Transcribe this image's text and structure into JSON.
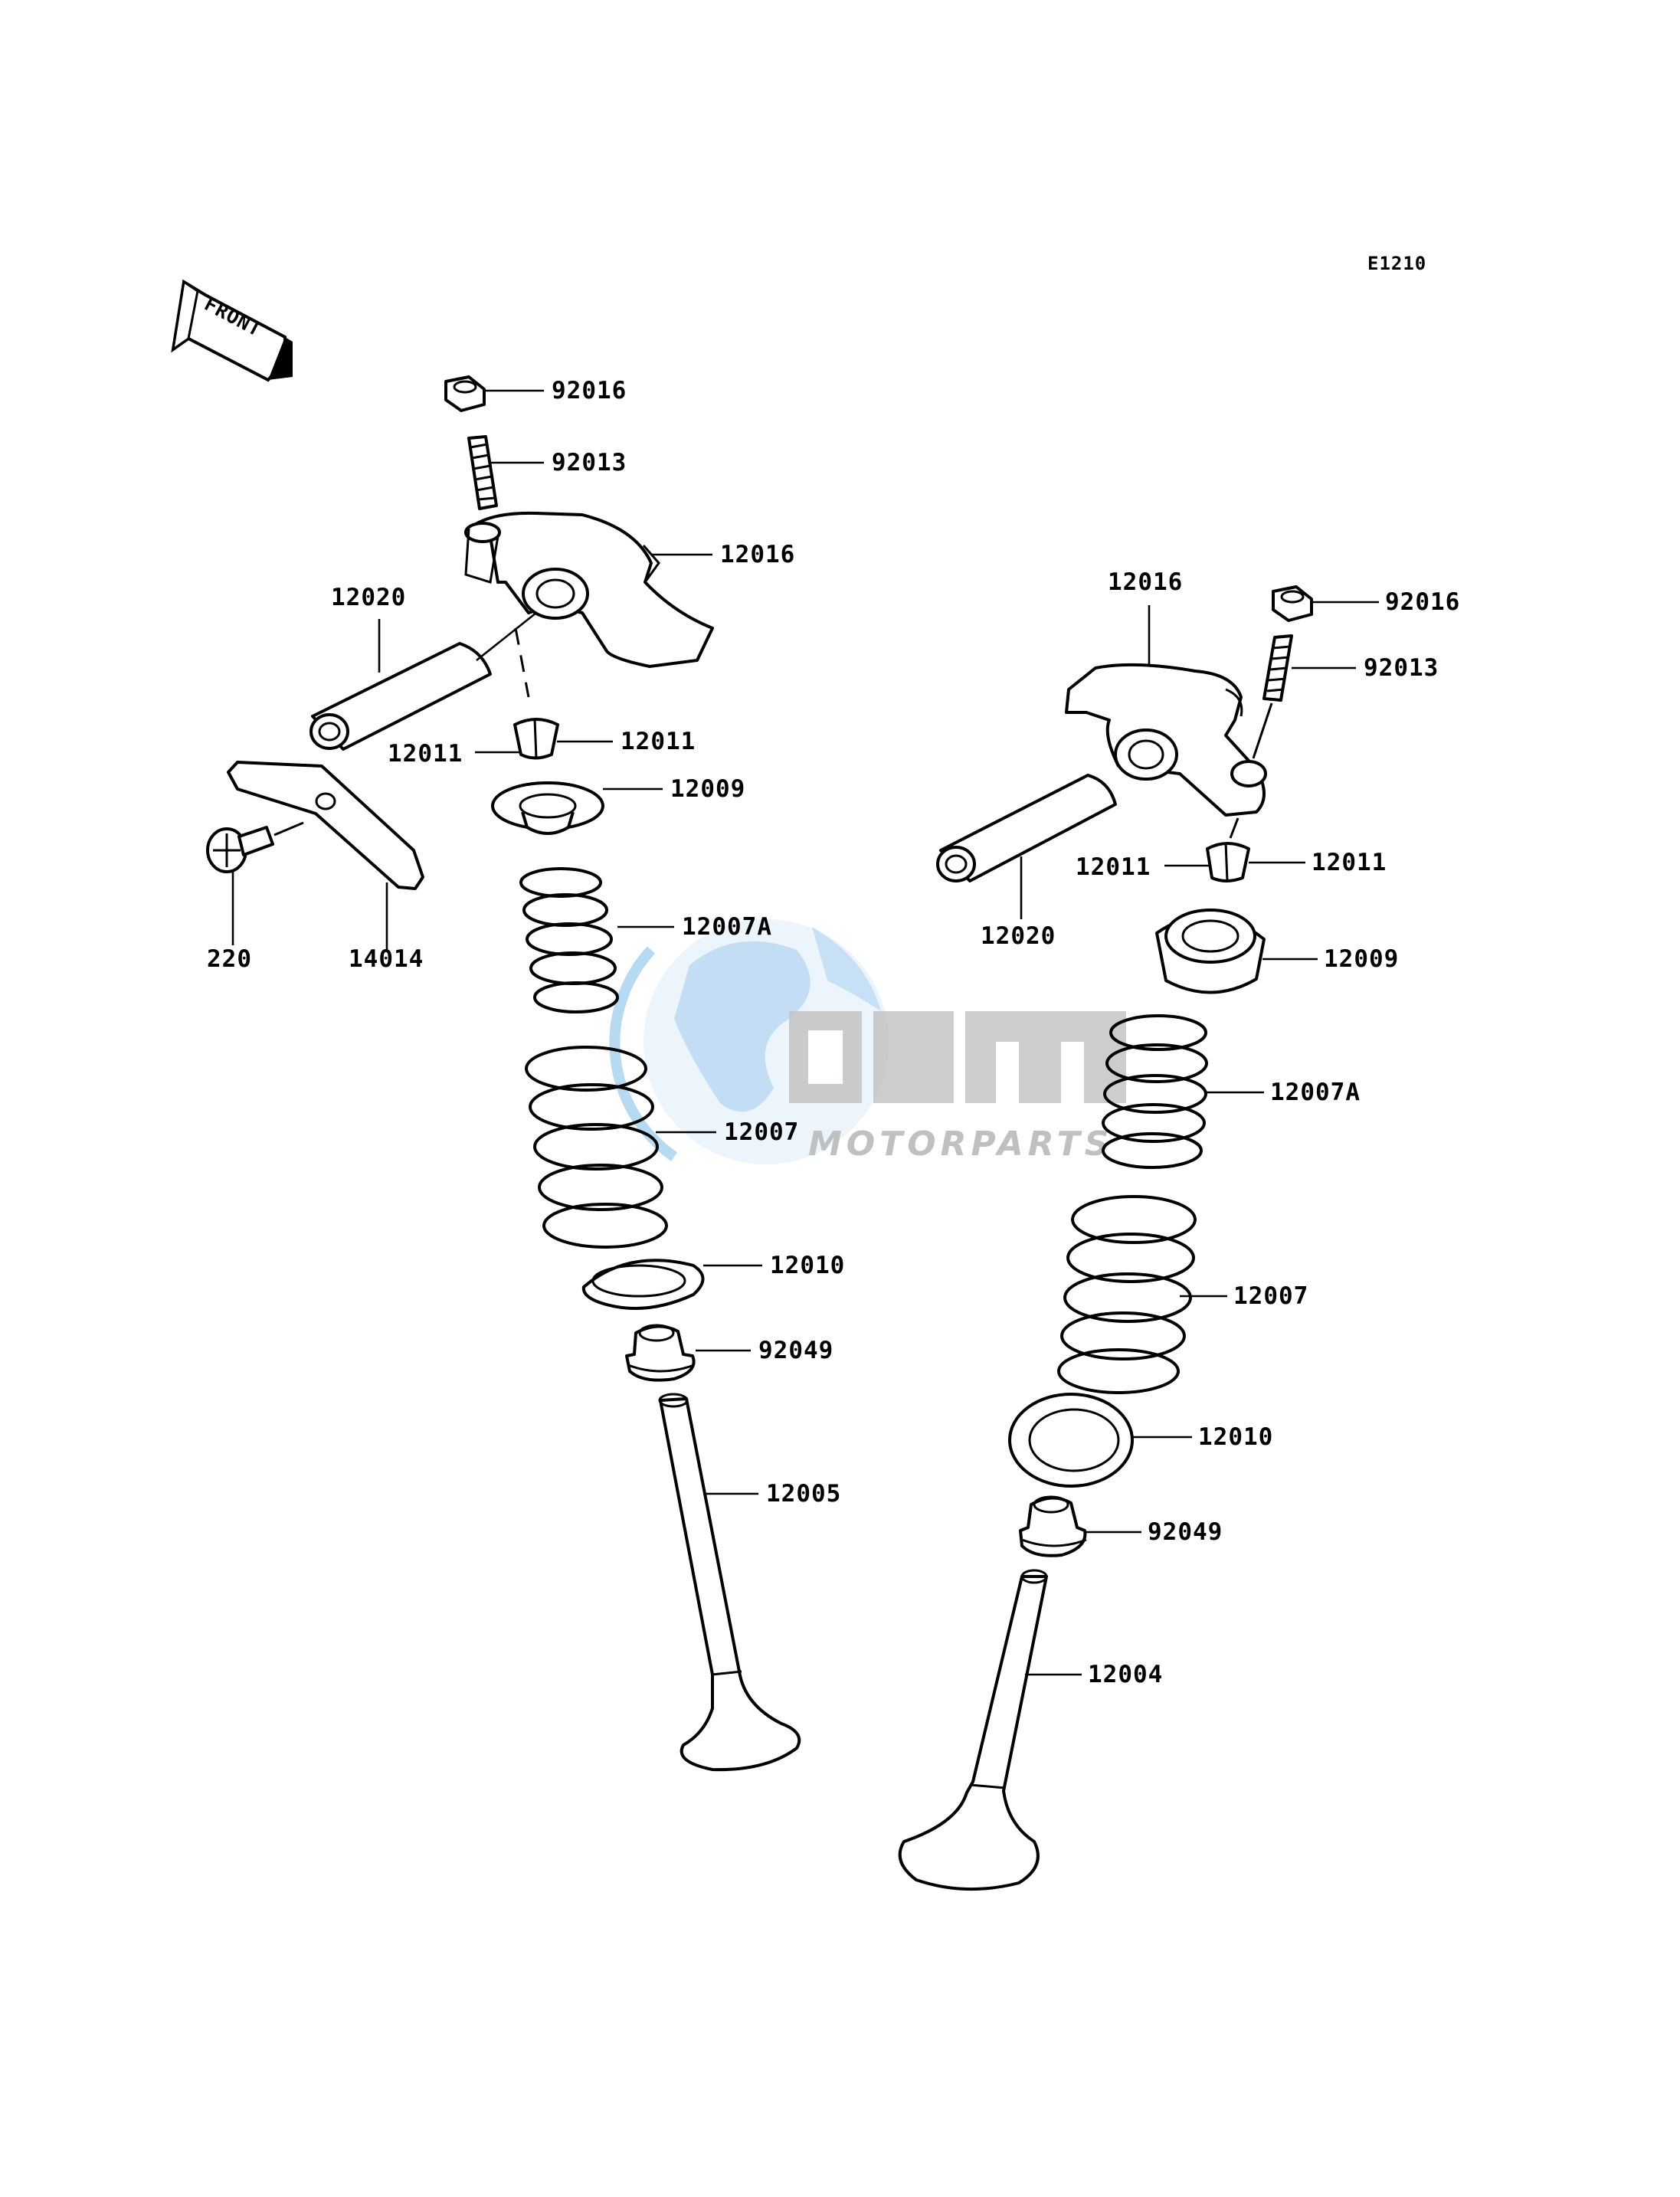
{
  "diagram_id": "E1210",
  "front_label": "FRONT",
  "watermark": {
    "brand": "OSM",
    "subtitle": "MOTORPARTS",
    "color_blue": "#1f8fd6",
    "color_grey": "#8d8d8d"
  },
  "left_assembly": {
    "nut": "92016",
    "adjuster_screw": "92013",
    "rocker_arm": "12016",
    "rocker_shaft": "12020",
    "cotter_a": "12011",
    "cotter_b": "12011",
    "retainer": "12009",
    "plate": "14014",
    "screw": "220",
    "inner_spring": "12007A",
    "outer_spring": "12007",
    "spring_seat": "12010",
    "stem_seal": "92049",
    "valve": "12005"
  },
  "right_assembly": {
    "rocker_arm": "12016",
    "nut": "92016",
    "adjuster_screw": "92013",
    "cotter_a": "12011",
    "cotter_b": "12011",
    "rocker_shaft": "12020",
    "retainer": "12009",
    "inner_spring": "12007A",
    "outer_spring": "12007",
    "spring_seat": "12010",
    "stem_seal": "92049",
    "valve": "12004"
  }
}
